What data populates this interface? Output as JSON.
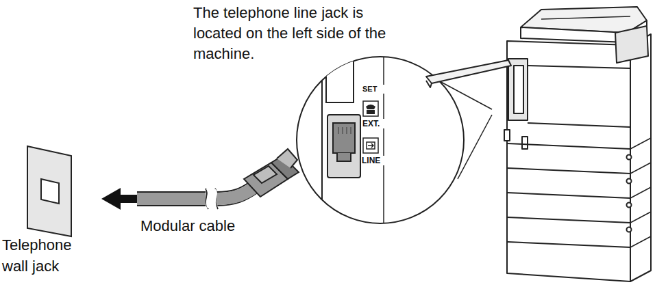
{
  "diagram": {
    "labels": [
      "The telephone line jack is located on the left side of the machine.",
      "Modular cable",
      "Telephone wall jack",
      "SET",
      "EXT.",
      "LINE"
    ]
  }
}
